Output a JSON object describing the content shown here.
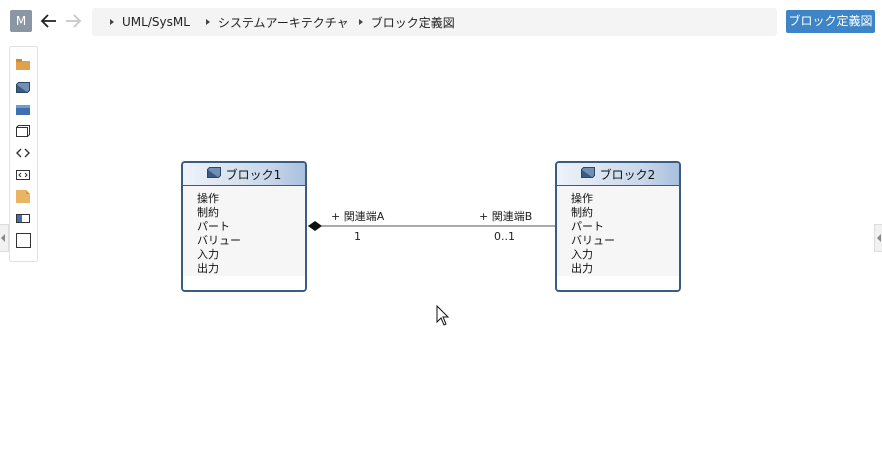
{
  "header": {
    "avatar_letter": "M",
    "breadcrumb": [
      "UML/SysML",
      "システムアーキテクチャ",
      "ブロック定義図"
    ],
    "primary_button_label": "ブロック定義図"
  },
  "palette": {
    "tools": [
      "folder-icon",
      "block-icon",
      "block-filled-icon",
      "frame-icon",
      "code-icon",
      "code-box-icon",
      "note-icon",
      "port-icon",
      "rectangle-icon"
    ]
  },
  "diagram": {
    "blocks": [
      {
        "name": "ブロック1",
        "compartments": [
          "操作",
          "制約",
          "パート",
          "バリュー",
          "入力",
          "出力"
        ]
      },
      {
        "name": "ブロック2",
        "compartments": [
          "操作",
          "制約",
          "パート",
          "バリュー",
          "入力",
          "出力"
        ]
      }
    ],
    "association": {
      "end_a_label": "+ 関連端A",
      "end_a_multiplicity": "1",
      "end_b_label": "+ 関連端B",
      "end_b_multiplicity": "0..1"
    }
  }
}
